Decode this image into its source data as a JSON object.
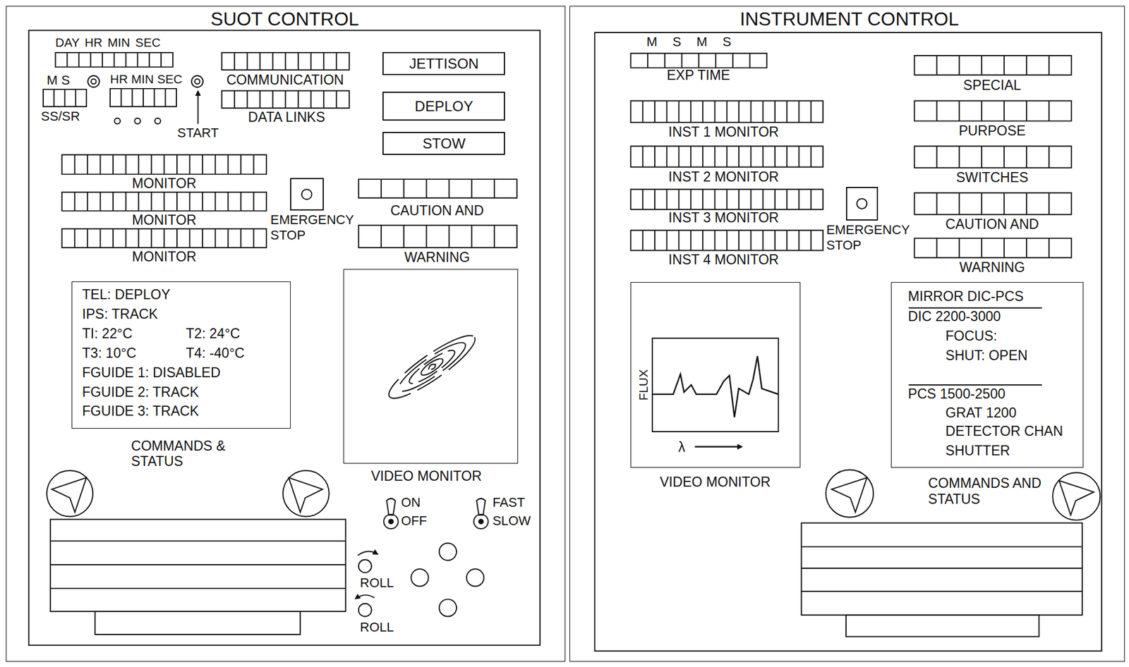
{
  "diagram": {
    "nodes": [
      {
        "text": [
          "SUOT CONTROL"
        ]
      },
      {
        "text": [
          "JETTISON"
        ],
        "in": 0
      },
      {
        "text": [
          "DEPLOY"
        ],
        "in": 0
      },
      {
        "text": [
          "STOW"
        ],
        "in": 0
      },
      {
        "text": [
          "EMERGENCY STOP"
        ],
        "in": 0
      },
      {
        "text": [
          "TEL: DEPLOY",
          "IPS: TRACK",
          "TI: 22°C",
          "T2: 24°C",
          "T3: 10°C",
          "T4: -40°C",
          "FGUIDE 1: DISABLED",
          "FGUIDE 2: TRACK",
          "FGUIDE 3: TRACK",
          "COMMANDS & STATUS"
        ],
        "in": 0
      },
      {
        "text": [
          "VIDEO MONITOR"
        ],
        "in": 0
      },
      {
        "text": [
          "INSTRUMENT CONTROL"
        ]
      },
      {
        "text": [
          "EMERGENCY STOP"
        ],
        "in": 7
      },
      {
        "text": [
          "VIDEO MONITOR"
        ],
        "in": 7
      },
      {
        "text": [
          "MIRROR DIC-PCS",
          "DIC 2200-3000",
          "FOCUS:",
          "SHUT: OPEN",
          "PCS 1500-2500",
          "GRAT 1200",
          "DETECTOR CHAN",
          "SHUTTER",
          "COMMANDS AND STATUS"
        ],
        "in": 7
      }
    ],
    "labels": [
      "DAY HR MIN SEC",
      "M S",
      "HR MIN SEC",
      "SS/SR",
      "START",
      "COMMUNICATION",
      "DATA LINKS",
      "MONITOR",
      "MONITOR",
      "MONITOR",
      "CAUTION AND",
      "WARNING",
      "ON",
      "OFF",
      "FAST",
      "SLOW",
      "ROLL",
      "ROLL",
      "M S M S",
      "EXP TIME",
      "INST 1 MONITOR",
      "INST 2 MONITOR",
      "INST 3 MONITOR",
      "INST 4 MONITOR",
      "SPECIAL",
      "PURPOSE",
      "SWITCHES",
      "CAUTION AND",
      "WARNING",
      "FLUX",
      "λ"
    ]
  }
}
